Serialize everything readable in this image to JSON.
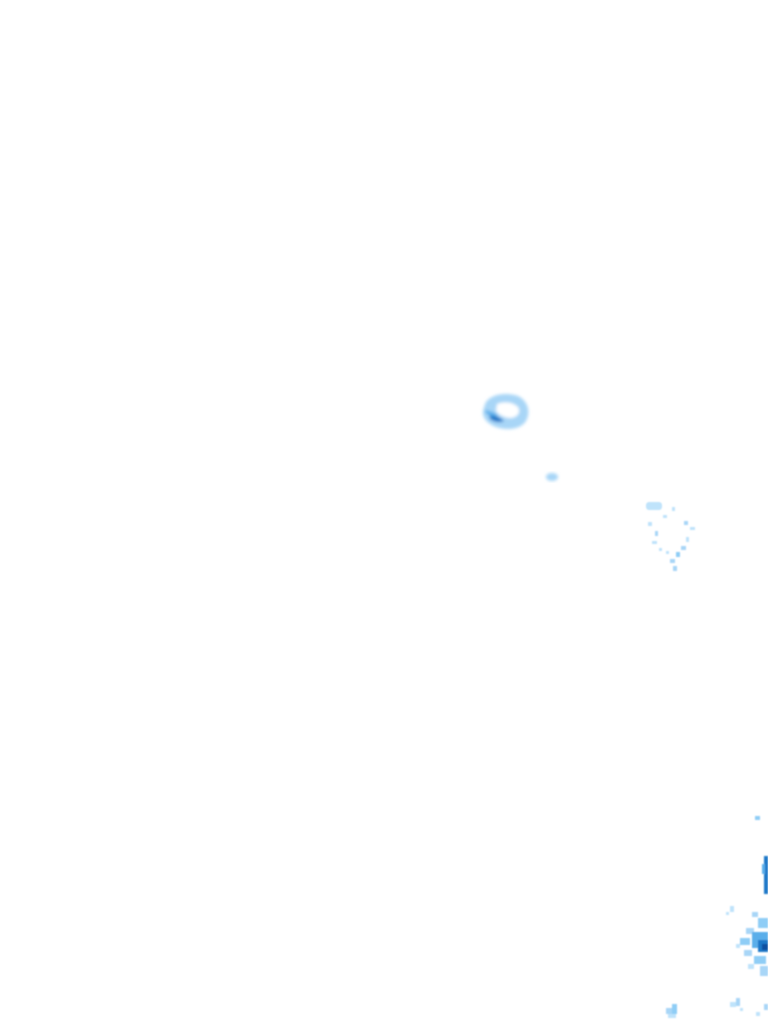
{
  "map": {
    "kind": "precipitation-radar-tile",
    "background_color": "#ffffff",
    "legend_colors": {
      "light": "#bfe3fb",
      "light_medium": "#8fcdf6",
      "medium": "#5aaeea",
      "heavy": "#1f78c8",
      "very_heavy": "#0a4fa0"
    },
    "echo_cells": [
      {
        "id": "cell-west-ring",
        "intensity": "medium"
      },
      {
        "id": "cell-small-spot",
        "intensity": "light"
      },
      {
        "id": "cell-scattered-north",
        "intensity": "light"
      },
      {
        "id": "cell-edge-line",
        "intensity": "heavy"
      },
      {
        "id": "cell-southeast-cluster",
        "intensity": "very_heavy"
      },
      {
        "id": "cell-bottom-fragments",
        "intensity": "light_medium"
      }
    ]
  }
}
